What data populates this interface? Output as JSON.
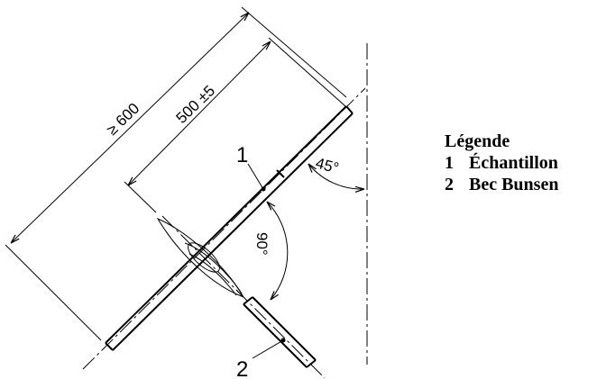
{
  "dimensions": {
    "overall_length": "≥ 600",
    "sample_length": "500 ±5",
    "angle_vertical": "45°",
    "angle_perpendicular": "90°"
  },
  "callouts": [
    {
      "number": "1",
      "target": "sample"
    },
    {
      "number": "2",
      "target": "burner"
    }
  ],
  "legend": {
    "title": "Légende",
    "items": [
      {
        "number": "1",
        "label": "Échantillon"
      },
      {
        "number": "2",
        "label": "Bec Bunsen"
      }
    ]
  }
}
